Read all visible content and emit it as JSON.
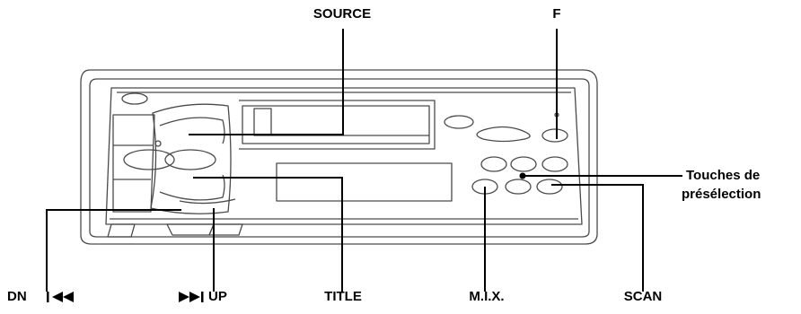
{
  "labels": {
    "source": "SOURCE",
    "f": "F",
    "presets_line1": "Touches de",
    "presets_line2": "présélection",
    "dn": "DN",
    "up": "UP",
    "title": "TITLE",
    "mix": "M.I.X.",
    "scan": "SCAN"
  },
  "colors": {
    "line": "#000000",
    "outline": "#4a4a4a",
    "face_fill": "#ffffff"
  }
}
